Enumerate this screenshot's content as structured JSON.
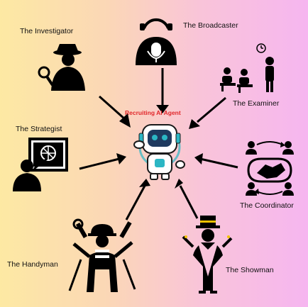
{
  "center": {
    "label": "Recruiting AI Agent"
  },
  "roles": {
    "investigator": "The Investigator",
    "broadcaster": "The Broadcaster",
    "examiner": "The Examiner",
    "strategist": "The Strategist",
    "coordinator": "The Coordinator",
    "handyman": "The Handyman",
    "showman": "The Showman"
  },
  "colors": {
    "bg_left": "#fde9a3",
    "bg_right": "#f6b6f0",
    "accent": "#e0262a",
    "robot_teal": "#2bb6c4"
  }
}
